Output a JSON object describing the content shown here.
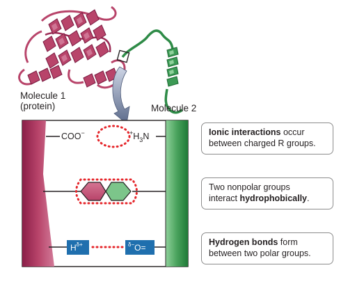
{
  "molecule1": {
    "name": "Molecule 1",
    "type": "(protein)"
  },
  "molecule2": {
    "name": "Molecule 2"
  },
  "ionic": {
    "left_group": "COO",
    "left_charge": "−",
    "right_charge": "+",
    "right_group": "H",
    "right_sub": "3",
    "right_n": "N"
  },
  "hbond": {
    "left_atom": "H",
    "left_delta": "δ",
    "left_charge": "+",
    "right_delta": "δ",
    "right_charge": "−",
    "right_atom": "O="
  },
  "callouts": [
    {
      "bold": "Ionic interactions",
      "rest_line1": " occur",
      "line2": "between charged R groups."
    },
    {
      "line1": "Two nonpolar groups",
      "pre_bold": "interact ",
      "bold": "hydrophobically",
      "post_bold": "."
    },
    {
      "bold": "Hydrogen bonds",
      "rest_line1": " form",
      "line2": "between two polar groups."
    }
  ],
  "colors": {
    "protein": "#b8446a",
    "protein_dark": "#8a1f48",
    "molecule2": "#2e8b47",
    "hydrophobic_green": "#7cc58a",
    "dotted_red": "#e5252a",
    "hbond_box": "#1f6fae"
  }
}
